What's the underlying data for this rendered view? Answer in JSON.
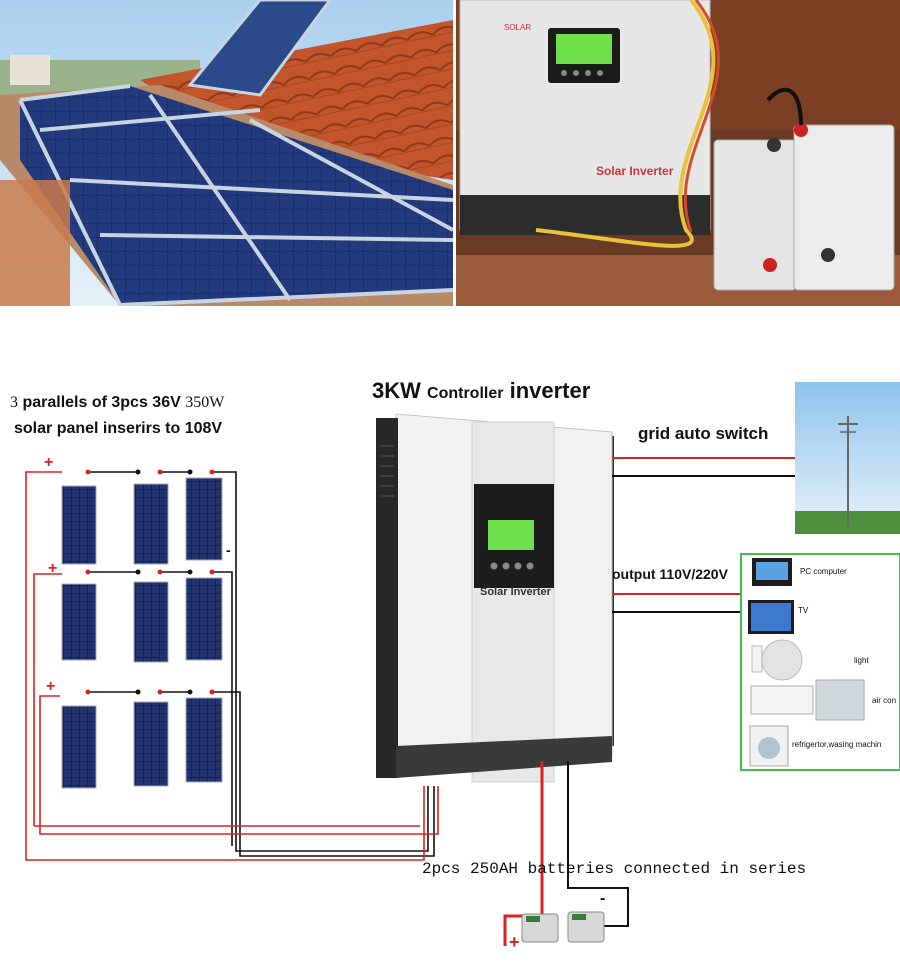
{
  "photos": {
    "inverter_brand": "SOLAR",
    "inverter_caption": "Solar Inverter"
  },
  "title": {
    "main_number": "3KW",
    "main_mid": "Controller",
    "main_end": "inverter"
  },
  "panels": {
    "line1_prefix": "3",
    "line1_mid": "parallels of 3pcs 36V",
    "line1_suffix": "350W",
    "line2": "solar panel inserirs to 108V",
    "plus": "+",
    "minus": "-"
  },
  "inverter": {
    "caption": "Solar Inverter"
  },
  "grid": {
    "label": "grid auto switch"
  },
  "output": {
    "label": "output 110V/220V",
    "items": [
      "PC computer",
      "TV",
      "light",
      "air con",
      "refrigertor,wasing machin"
    ]
  },
  "battery": {
    "label": "2pcs 250AH batteries connected in series",
    "plus": "+",
    "minus": "-"
  },
  "colors": {
    "wire_red": "#e02020",
    "wire_black": "#111111",
    "lcd_green": "#6fe04c",
    "panel_blue": "#1c2a5e",
    "roof_tile": "#c2552c",
    "sky": "#bcd9ef",
    "border_green": "#3fbf4f"
  }
}
